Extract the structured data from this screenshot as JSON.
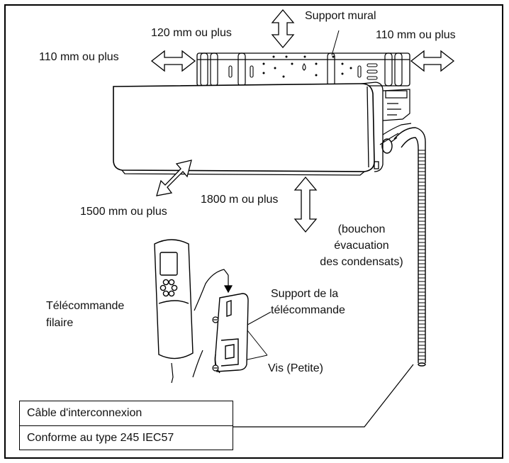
{
  "labels": {
    "support_mural": "Support mural",
    "clearance_top": "120 mm ou plus",
    "clearance_left": "110 mm ou plus",
    "clearance_right": "110 mm ou plus",
    "clearance_front": "1500 mm ou plus",
    "clearance_bottom": "1800 m ou plus",
    "drain_plug_line1": "(bouchon",
    "drain_plug_line2": "évacuation",
    "drain_plug_line3": "des condensats)",
    "remote_line1": "Télécommande",
    "remote_line2": "filaire",
    "remote_holder_line1": "Support de la",
    "remote_holder_line2": "télécommande",
    "screws": "Vis (Petite)"
  },
  "cable_table": {
    "row1": "Câble d'interconnexion",
    "row2": "Conforme au type 245 IEC57"
  }
}
